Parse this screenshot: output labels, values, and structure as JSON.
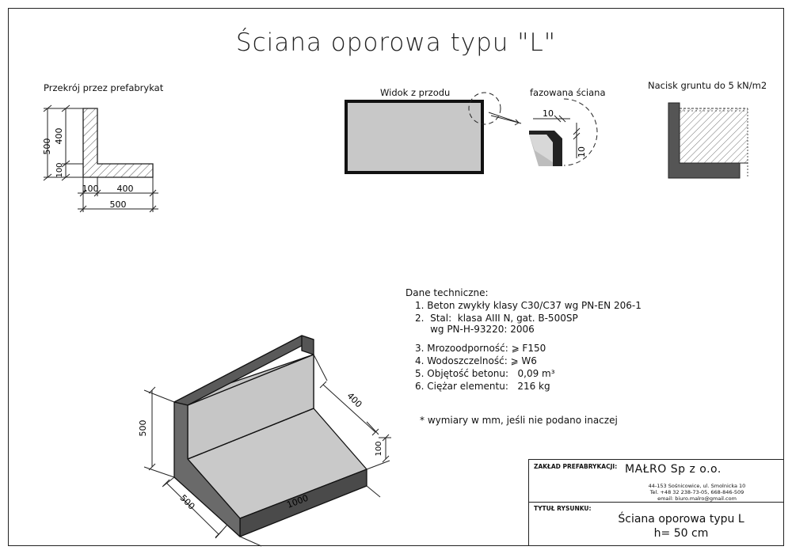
{
  "title": "Ściana oporowa typu  \"L\"",
  "section": {
    "label": "Przekrój przez prefabrykat",
    "dim_height_total": "500",
    "dim_height_wall": "400",
    "dim_height_base": "100",
    "dim_width_wall": "100",
    "dim_width_base": "400",
    "dim_width_total": "500"
  },
  "front_view": {
    "label": "Widok z przodu"
  },
  "chamfer": {
    "label": "fazowana ściana",
    "dim_a": "10",
    "dim_b": "10"
  },
  "soil": {
    "label": "Nacisk gruntu do 5 kN/m2"
  },
  "isometric": {
    "height": "500",
    "depth": "400",
    "base": "100",
    "width": "500",
    "length": "1000"
  },
  "tech": {
    "heading": "Dane techniczne:",
    "items": [
      "1. Beton zwykły klasy C30/C37 wg PN-EN 206-1",
      "2.  Stal:  klasa AIII N, gat. B-500SP",
      "     wg PN-H-93220: 2006",
      "3. Mrozoodporność: ⩾ F150",
      "4. Wodoszczelność: ⩾ W6",
      "5. Objętość betonu:   0,09 m³",
      "6. Ciężar elementu:   216 kg"
    ],
    "note": "* wymiary w mm, jeśli nie podano inaczej"
  },
  "title_block": {
    "plant_label": "ZAKŁAD PREFABRYKACJI:",
    "company": "MAŁRO Sp z o.o.",
    "address_1": "44-153 Sośnicowice, ul. Smolnicka 10",
    "address_2": "Tel. +48 32 238-73-05, 668-846-509",
    "address_3": "email: biuro.malro@gmail.com",
    "drawing_label": "TYTUŁ RYSUNKU:",
    "drawing_title": "Ściana oporowa typu   L",
    "drawing_sub": "h= 50 cm"
  }
}
